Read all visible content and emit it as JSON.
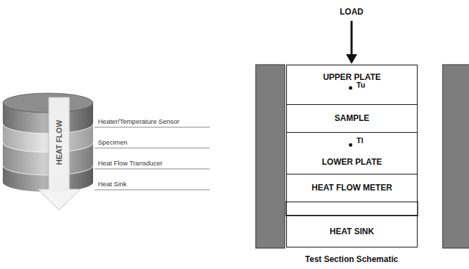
{
  "diagram": {
    "caption": "Test Section Schematic",
    "nodes": [
      {
        "text": [
          "UPPER PLATE",
          "Tu"
        ]
      },
      {
        "text": [
          "SAMPLE"
        ]
      },
      {
        "text": [
          "Tl",
          "LOWER PLATE"
        ]
      },
      {
        "text": [
          "HEAT FLOW METER"
        ]
      },
      {
        "text": [
          "HEAT SINK"
        ]
      }
    ],
    "labels": [
      "LOAD",
      "HEAT FLOW",
      "Heater/Temperature Sensor",
      "Specimen",
      "Heat Flow Transducer",
      "Heat Sink"
    ]
  }
}
